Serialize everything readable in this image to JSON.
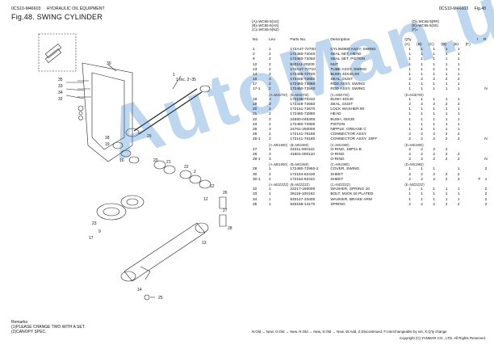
{
  "header": {
    "doc_no": "0CS10-M46603",
    "section": "HYDRAULIC OIL EQUIPMENT",
    "figure": "Fig.48.  SWING CYLINDER",
    "right_doc": "0CS10-M46603",
    "right_fig": "Fig.48"
  },
  "models": {
    "left": [
      "(A)=WC65-5(US)",
      "(B)=WC65-5(AS)",
      "(C)=WC65-5(NZ)"
    ],
    "right": [
      "(D)=WC65-5(RR)",
      "(E)=WC65-5(S0)",
      "(F)="
    ]
  },
  "table": {
    "headers": {
      "no": "No.",
      "lev": "Lev.",
      "parts_no": "Parts No.",
      "desc": "Description",
      "qty": "Q'ty",
      "i": "I",
      "r": "R"
    },
    "model_cols": [
      "(A)",
      "(B)",
      "(C)",
      "(D)",
      "(E)",
      "(F)"
    ],
    "rows": [
      {
        "no": "1",
        "lev": "1",
        "pn": "172A47-72700",
        "d": "CYLINDER ASSY, SWING",
        "q": [
          "1",
          "1",
          "1",
          "1",
          "1",
          ""
        ],
        "i": "",
        "r": ""
      },
      {
        "no": "2",
        "lev": "2",
        "pn": "172460-72040",
        "d": "SEAL SET, HEAD",
        "q": [
          "1",
          "1",
          "1",
          "1",
          "1",
          ""
        ],
        "i": "",
        "r": ""
      },
      {
        "no": "9",
        "lev": "2",
        "pn": "172460-72050",
        "d": "SEAL SET, PISTON",
        "q": [
          "1",
          "1",
          "1",
          "1",
          "1",
          ""
        ],
        "i": "",
        "r": ""
      },
      {
        "no": "12",
        "lev": "2",
        "pn": "933111-20200",
        "d": "NUT",
        "q": [
          "1",
          "1",
          "1",
          "1",
          "1",
          ""
        ],
        "i": "",
        "r": ""
      },
      {
        "no": "13",
        "lev": "2",
        "pn": "172A47-72710",
        "d": "TUBE ASSY, SWING",
        "q": [
          "1",
          "1",
          "1",
          "1",
          "1",
          ""
        ],
        "i": "",
        "r": ""
      },
      {
        "no": "14",
        "lev": "3",
        "pn": "172456-72740",
        "d": "BUSH 40X40,S0",
        "q": [
          "1",
          "1",
          "1",
          "1",
          "1",
          ""
        ],
        "i": "",
        "r": ""
      },
      {
        "no": "16",
        "lev": "3",
        "pn": "172448-72650",
        "d": "SEAL, DUST",
        "q": [
          "2",
          "2",
          "2",
          "2",
          "2",
          ""
        ],
        "i": "",
        "r": ""
      },
      {
        "no": "17",
        "lev": "2",
        "pn": "172460-72860",
        "d": "ROD ASSY, SWING",
        "q": [
          "1",
          "1",
          "1",
          "1",
          "1",
          ""
        ],
        "i": "",
        "r": ""
      },
      {
        "no": "17-1",
        "lev": "2",
        "pn": "172460-72540",
        "d": "ROD ASSY, SWING",
        "q": [
          "1",
          "1",
          "1",
          "1",
          "1",
          ""
        ],
        "i": "",
        "r": "N"
      },
      {
        "note": "(A=M16700)",
        "note2": "(E=M45700)",
        "note3": "(C=M50700)",
        "note4": "(D=M48700)"
      },
      {
        "no": "18",
        "lev": "3",
        "pn": "172105-70310",
        "d": "BUSH 40X40",
        "q": [
          "1",
          "1",
          "1",
          "1",
          "1",
          ""
        ],
        "i": "",
        "r": ""
      },
      {
        "no": "19",
        "lev": "3",
        "pn": "172448-72650",
        "d": "SEAL, DUST",
        "q": [
          "2",
          "2",
          "2",
          "2",
          "2",
          ""
        ],
        "i": "",
        "r": ""
      },
      {
        "no": "20",
        "lev": "2",
        "pn": "172151-72670",
        "d": "LOCK WASHER 90",
        "q": [
          "1",
          "1",
          "1",
          "1",
          "1",
          ""
        ],
        "i": "",
        "r": ""
      },
      {
        "no": "21",
        "lev": "2",
        "pn": "172460-72880",
        "d": "HEAD",
        "q": [
          "1",
          "1",
          "1",
          "1",
          "1",
          ""
        ],
        "i": "",
        "r": ""
      },
      {
        "no": "22",
        "lev": "3",
        "pn": "24550-045300",
        "d": "BUSH, 45X30",
        "q": [
          "1",
          "1",
          "1",
          "1",
          "1",
          ""
        ],
        "i": "",
        "r": ""
      },
      {
        "no": "23",
        "lev": "2",
        "pn": "172460-72900",
        "d": "PISTON",
        "q": [
          "1",
          "1",
          "1",
          "1",
          "1",
          ""
        ],
        "i": "",
        "r": ""
      },
      {
        "no": "25",
        "lev": "3",
        "pn": "24761-250000",
        "d": "NIPPLE, GREASE C",
        "q": [
          "1",
          "1",
          "1",
          "1",
          "1",
          ""
        ],
        "i": "",
        "r": ""
      },
      {
        "no": "26",
        "lev": "2",
        "pn": "172141-76180",
        "d": "CONNECTOR ASSY",
        "q": [
          "2",
          "2",
          "2",
          "2",
          "2",
          ""
        ],
        "i": "",
        "r": ""
      },
      {
        "no": "26-1",
        "lev": "2",
        "pn": "172141-76180",
        "d": "CONNECTOR ASSY, 10FF",
        "q": [
          "2",
          "2",
          "2",
          "2",
          "2",
          ""
        ],
        "i": "",
        "r": "N"
      },
      {
        "note": "(A=M51980)",
        "note2": "(B=M51980)",
        "note3": "(C=M51980)",
        "note4": "(D=M51980)"
      },
      {
        "no": "27",
        "lev": "3",
        "pn": "24311-000110",
        "d": "O-RING, 1BP11 B",
        "q": [
          "2",
          "2",
          "2",
          "2",
          "",
          ""
        ],
        "i": "",
        "r": ""
      },
      {
        "no": "28",
        "lev": "3",
        "pn": "41801-000110",
        "d": "O-RING",
        "q": [
          "2",
          "2",
          "2",
          "2",
          "2",
          ""
        ],
        "i": "",
        "r": ""
      },
      {
        "no": "28-1",
        "lev": "3",
        "pn": "",
        "d": "O-RING",
        "q": [
          "2",
          "2",
          "2",
          "2",
          "2",
          ""
        ],
        "i": "",
        "r": "N"
      },
      {
        "note": "(A=M61980)",
        "note2": "(B=M61980)",
        "note3": "(C=M61980)",
        "note4": "(D=M61980)"
      },
      {
        "no": "29",
        "lev": "1",
        "pn": "172460-72960-2",
        "d": "COVER, SWING",
        "q": [
          "1",
          "1",
          "1",
          "",
          "1",
          ""
        ],
        "i": "",
        "r": "2"
      },
      {
        "no": "30",
        "lev": "2",
        "pn": "172164-62430",
        "d": "SHEET",
        "q": [
          "2",
          "2",
          "2",
          "2",
          "2",
          ""
        ],
        "i": "",
        "r": ""
      },
      {
        "no": "30-1",
        "lev": "2",
        "pn": "172164-62431",
        "d": "SHEET",
        "q": [
          "2",
          "2",
          "2",
          "2",
          "2",
          ""
        ],
        "i": "F",
        "r": "1"
      },
      {
        "note": "(A=MZZZZZ)",
        "note2": "(B=MZZZZZ)",
        "note3": "(C=MZZZZZ)",
        "note4": "(E=MZZZZZ)"
      },
      {
        "no": "32",
        "lev": "1",
        "pn": "22217-180000",
        "d": "WASHER, SPRING 10",
        "q": [
          "1",
          "1",
          "1",
          "1",
          "1",
          ""
        ],
        "i": "",
        "r": "2"
      },
      {
        "no": "33",
        "lev": "1",
        "pn": "26116-100162",
        "d": "BOLT, M10X 16 PLATED",
        "q": [
          "1",
          "1",
          "1",
          "1",
          "1",
          ""
        ],
        "i": "",
        "r": "2"
      },
      {
        "no": "34",
        "lev": "1",
        "pn": "933147-33400",
        "d": "WASHER, BRAKE ARM",
        "q": [
          "1",
          "1",
          "1",
          "1",
          "1",
          ""
        ],
        "i": "",
        "r": "2"
      },
      {
        "no": "35",
        "lev": "1",
        "pn": "933168-14170",
        "d": "SPRING",
        "q": [
          "2",
          "2",
          "2",
          "2",
          "2",
          ""
        ],
        "i": "",
        "r": "2"
      }
    ]
  },
  "diagram_labels": {
    "c1": "1",
    "c2": "2",
    "c12a": "12",
    "c12b": "12",
    "c13": "13",
    "c14": "14",
    "c16": "16",
    "c17": "17",
    "c18": "18",
    "c19": "19",
    "c20": "20",
    "c21": "21",
    "c22": "22",
    "c23": "23",
    "c25": "25",
    "c26": "26",
    "c27": "27",
    "c28": "28",
    "c29": "29",
    "c30": "30",
    "c32": "32",
    "c33": "33",
    "c34": "34",
    "c35": "35",
    "c9": "9",
    "ref": "1 Inc. 2~35"
  },
  "watermark": "AutoMan.ua",
  "remarks": {
    "title": "Remarks",
    "line1": "(1)PLEASE CHANGE TWO WITH A SET.",
    "line2": "(2)CANOPY SPEC."
  },
  "legend": "N:Old → New, O:Old → New, R:Old → New, S:Old → New, W:Add, Z:Discontinued, F:Interchangeable by set, X:Q'ty change",
  "copyright": "Copyright (C)  YANMAR CO., LTD. All Rights Reserved."
}
